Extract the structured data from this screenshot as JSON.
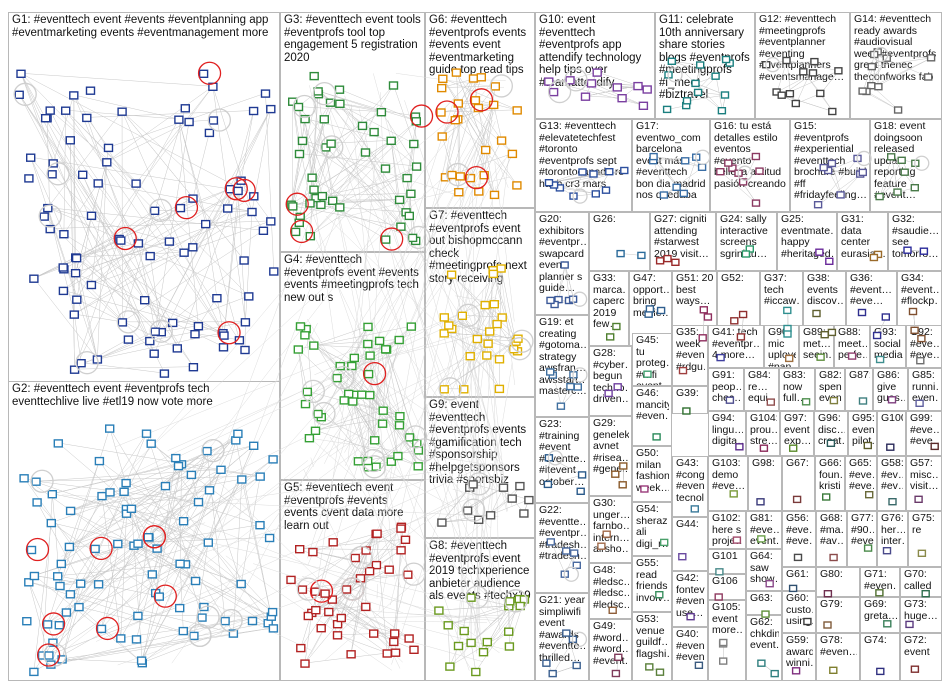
{
  "title": "",
  "groups": [
    {
      "id": "G1",
      "label": "G1: #eventtech event #events #eventplanning app #eventmarketing events #eventmanagement more",
      "color": "#1f3a93"
    },
    {
      "id": "G2",
      "label": "G2: #eventtech event #eventprofs tech eventtechlive live #etl19 now vote more",
      "color": "#2a7fb8"
    },
    {
      "id": "G3",
      "label": "G3: #eventtech event tools #eventprofs tool top engagement 5 registration 2020",
      "color": "#2e8b3a"
    },
    {
      "id": "G4",
      "label": "G4: #eventtech #eventprofs event #events events #meetingprofs tech new out s",
      "color": "#35a035"
    },
    {
      "id": "G5",
      "label": "G5: #eventtech event #eventprofs #events events cvent data more learn out",
      "color": "#b22222"
    },
    {
      "id": "G6",
      "label": "G6: #eventtech #eventprofs events #events event #eventmarketing guide top read tips",
      "color": "#e08a00"
    },
    {
      "id": "G7",
      "label": "G7: #eventtech #eventprofs event out bishopmccann check #meetingprofs next story receiving",
      "color": "#e0b000"
    },
    {
      "id": "G8",
      "label": "G8: #eventtech #eventprofs event 2019 techxperience anbieter audience als events #techx19",
      "color": "#6a9a1f"
    },
    {
      "id": "G9",
      "label": "G9: event #eventtech #eventprofs events #gamification tech #sponsorship #helpgetsponsors trivia #sportsbiz",
      "color": "#555555"
    },
    {
      "id": "G10",
      "label": "G10: event #eventtech #eventprofs app attendify technology help tips over #teamattendify",
      "color": "#7a3fa0"
    },
    {
      "id": "G11",
      "label": "G11: celebrate 10th anniversary share stories blogs #eventprofs #meetingprofs #i_meet #biztravel",
      "color": "#1a7f7f"
    },
    {
      "id": "G12",
      "label": "G12: #eventtech #meetingprofs #eventplanner #eventing #eventplanners #eventsmanage…",
      "color": "#444444"
    },
    {
      "id": "G14",
      "label": "G14: #eventtech ready awards #audiovisual week #eventprofs great thenec theconfworks fab",
      "color": "#666666"
    },
    {
      "id": "G13",
      "label": "G13: #eventtech #elevatetechfest #toronto #eventprofs sept #torontocanada re hubb cr3 mars",
      "color": "#2c4f9e"
    },
    {
      "id": "G17",
      "label": "G17: eventwo_com barcelona event más #eventtech bon dia madrid nos quedaba",
      "color": "#3a6ea5"
    },
    {
      "id": "G16",
      "label": "G16: tu está detalles estilo eventos #evento belleza actitud pasión creando",
      "color": "#8b3a62"
    },
    {
      "id": "G15",
      "label": "G15: #eventprofs #experiential #eventtech brochure #build #ff #fridayfeeling…",
      "color": "#5a5a9a"
    },
    {
      "id": "G18",
      "label": "G18: event doingsoon released update reporting feature #event…",
      "color": "#4a7a4a"
    },
    {
      "id": "G20",
      "label": "G20: exhibitors #eventpr… swapcard event planner s guide…",
      "color": "#3b5998"
    },
    {
      "id": "G26",
      "label": "G26:",
      "color": "#2a6a9a"
    },
    {
      "id": "G27",
      "label": "G27: cigniti attending #starwest 2019 visit…",
      "color": "#9a2a2a"
    },
    {
      "id": "G24",
      "label": "G24: sally interactive screens sgriniau…",
      "color": "#2a9a6a"
    },
    {
      "id": "G25",
      "label": "G25: eventmate… happy #heritaged…",
      "color": "#6a2a9a"
    },
    {
      "id": "G31",
      "label": "G31: data center eurasia…",
      "color": "#9a6a2a"
    },
    {
      "id": "G32",
      "label": "G32: #saudie… see tomorro…",
      "color": "#2a2a9a"
    },
    {
      "id": "G33",
      "label": "G33: marca… caperc… 2019 few…",
      "color": "#4f7f2f"
    },
    {
      "id": "G47",
      "label": "G47: opport… bring medie…",
      "color": "#2f5f8f"
    },
    {
      "id": "G51",
      "label": "G51: 20 best ways…",
      "color": "#8f2f5f"
    },
    {
      "id": "G52",
      "label": "G52:",
      "color": "#8f2f2f"
    },
    {
      "id": "G37",
      "label": "G37: tech #iccaw…",
      "color": "#2f8f8f"
    },
    {
      "id": "G38",
      "label": "G38: events discov…",
      "color": "#5f5f2f"
    },
    {
      "id": "G36",
      "label": "G36: #event… #eve…",
      "color": "#2f2f8f"
    },
    {
      "id": "G34",
      "label": "G34: #event… #flockp…",
      "color": "#7f4f2f"
    },
    {
      "id": "G19",
      "label": "G19: et creating #gotoma… strategy awsfran… awsstart… masterc…",
      "color": "#3f6f9f"
    },
    {
      "id": "G28",
      "label": "G28: #cyber… begun techno… driven…",
      "color": "#6f3f9f"
    },
    {
      "id": "G45",
      "label": "G45: tu proteg… #wifi event…",
      "color": "#3f9f6f"
    },
    {
      "id": "G35",
      "label": "G35: week #even… #rdgu…",
      "color": "#9f3f3f"
    },
    {
      "id": "G41",
      "label": "G41: tech #eventpr… 4 more…",
      "color": "#3f3f9f"
    },
    {
      "id": "G90",
      "label": "G90: mic uplove #pan…",
      "color": "#9f6f3f"
    },
    {
      "id": "G89",
      "label": "G89: met… seein…",
      "color": "#5f8f3f"
    },
    {
      "id": "G88",
      "label": "G88: meet… perfe…",
      "color": "#8f3f6f"
    },
    {
      "id": "G93",
      "label": "G93: social media",
      "color": "#3f8f8f"
    },
    {
      "id": "G92",
      "label": "G92: #eve… #eve…",
      "color": "#6f6f6f"
    },
    {
      "id": "G39",
      "label": "G39:",
      "color": "#2f6f2f"
    },
    {
      "id": "G91",
      "label": "G91: peop… chec…",
      "color": "#4f4f8f"
    },
    {
      "id": "G84",
      "label": "G84: re… equi…",
      "color": "#8f4f4f"
    },
    {
      "id": "G83",
      "label": "G83: now full…",
      "color": "#4f8f4f"
    },
    {
      "id": "G82",
      "label": "G82: spen… even…",
      "color": "#7f7f3f"
    },
    {
      "id": "G87",
      "label": "G87:",
      "color": "#3f7f7f"
    },
    {
      "id": "G86",
      "label": "G86: give gues…",
      "color": "#7f3f7f"
    },
    {
      "id": "G85",
      "label": "G85: runni… even…",
      "color": "#5f5f9f"
    },
    {
      "id": "G23",
      "label": "G23: #training #event #eventte… #itevent october…",
      "color": "#2a5a8a"
    },
    {
      "id": "G29",
      "label": "G29: genelek avnet #risea… #genel…",
      "color": "#8a5a2a"
    },
    {
      "id": "G46",
      "label": "G46: mancity #even…",
      "color": "#2a8a5a"
    },
    {
      "id": "G94",
      "label": "G94: lingu… digita…",
      "color": "#5a2a8a"
    },
    {
      "id": "G104",
      "label": "G104: prou… stre…",
      "color": "#8a2a5a"
    },
    {
      "id": "G97",
      "label": "G97: event exp…",
      "color": "#5a8a2a"
    },
    {
      "id": "G96",
      "label": "G96: disc… creat…",
      "color": "#2a5a5a"
    },
    {
      "id": "G95",
      "label": "G95: event pilot…",
      "color": "#5a5a2a"
    },
    {
      "id": "G100",
      "label": "G100",
      "color": "#2a2a5a"
    },
    {
      "id": "G99",
      "label": "G99: #eve… #eve…",
      "color": "#5a2a2a"
    },
    {
      "id": "G43",
      "label": "G43: #cong… #even… tecnol…",
      "color": "#3a7a9a"
    },
    {
      "id": "G50",
      "label": "G50: milan fashion week…",
      "color": "#9a3a7a"
    },
    {
      "id": "G103",
      "label": "G103: demo #eve…",
      "color": "#7a9a3a"
    },
    {
      "id": "G98",
      "label": "G98:",
      "color": "#3a3a7a"
    },
    {
      "id": "G67",
      "label": "G67:",
      "color": "#7a3a3a"
    },
    {
      "id": "G66",
      "label": "G66: foun… kristi…",
      "color": "#3a7a3a"
    },
    {
      "id": "G65",
      "label": "G65: #eve… #eve…",
      "color": "#6a6a3a"
    },
    {
      "id": "G58",
      "label": "G58: #ev… #ev…",
      "color": "#3a6a6a"
    },
    {
      "id": "G57",
      "label": "G57: misc… visit…",
      "color": "#6a3a6a"
    },
    {
      "id": "G22",
      "label": "G22: #eventte… #eventpr… #tradesh… #tradesh…",
      "color": "#4a6aa0"
    },
    {
      "id": "G30",
      "label": "G30: unger… farnbo… intern… airsho…",
      "color": "#a06a4a"
    },
    {
      "id": "G54",
      "label": "G54: sheraz ali digi_r…",
      "color": "#4aa06a"
    },
    {
      "id": "G44",
      "label": "G44:",
      "color": "#6a4aa0"
    },
    {
      "id": "G102",
      "label": "G102: here s proje…",
      "color": "#a04a6a"
    },
    {
      "id": "G81",
      "label": "G81: #eve… event…",
      "color": "#6aa04a"
    },
    {
      "id": "G56",
      "label": "G56: #eve… #eve…",
      "color": "#4a4a4a"
    },
    {
      "id": "G68",
      "label": "G68: #ma… #av…",
      "color": "#8a4a4a"
    },
    {
      "id": "G77",
      "label": "G77: #90… #eve…",
      "color": "#4a8a4a"
    },
    {
      "id": "G76",
      "label": "G76: her… inter…",
      "color": "#4a4a8a"
    },
    {
      "id": "G75",
      "label": "G75: re",
      "color": "#8a8a4a"
    },
    {
      "id": "G101",
      "label": "G101",
      "color": "#4a8a8a"
    },
    {
      "id": "G64",
      "label": "G64: saw show…",
      "color": "#8a4a8a"
    },
    {
      "id": "G61",
      "label": "G61:",
      "color": "#2f4f6f"
    },
    {
      "id": "G80",
      "label": "G80:",
      "color": "#6f2f4f"
    },
    {
      "id": "G71",
      "label": "G71: #even…",
      "color": "#4f6f2f"
    },
    {
      "id": "G70",
      "label": "G70: called",
      "color": "#2f6f4f"
    },
    {
      "id": "G21",
      "label": "G21: year simpliwifi event #awards #eventte… thrilled…",
      "color": "#3a5f8f"
    },
    {
      "id": "G48",
      "label": "G48: #ledsc… #ledsc… #ledsc…",
      "color": "#8f5f3a"
    },
    {
      "id": "G55",
      "label": "G55: read friends involv…",
      "color": "#3a8f5f"
    },
    {
      "id": "G42",
      "label": "G42: fontev… #even… use…",
      "color": "#5f3a8f"
    },
    {
      "id": "G106",
      "label": "G106",
      "color": "#8f3a5f"
    },
    {
      "id": "G63",
      "label": "G63:",
      "color": "#5f8f3a"
    },
    {
      "id": "G60",
      "label": "G60: custo… using…",
      "color": "#3a3a3a"
    },
    {
      "id": "G79",
      "label": "G79:",
      "color": "#7f5a3a"
    },
    {
      "id": "G69",
      "label": "G69: greta…",
      "color": "#3a7f5a"
    },
    {
      "id": "G73",
      "label": "G73: huge…",
      "color": "#5a3a7f"
    },
    {
      "id": "G49",
      "label": "G49: #word… #word… #event…",
      "color": "#7f3a5a"
    },
    {
      "id": "G53",
      "label": "G53: venue guildf… flagshi…",
      "color": "#5a7f3a"
    },
    {
      "id": "G40",
      "label": "G40: #even… #even…",
      "color": "#3a5a7f"
    },
    {
      "id": "G105",
      "label": "G105: event more…",
      "color": "#7f7f7f"
    },
    {
      "id": "G62",
      "label": "G62: chkdin event…",
      "color": "#2f7f7f"
    },
    {
      "id": "G59",
      "label": "G59: award winni…",
      "color": "#7f2f7f"
    },
    {
      "id": "G78",
      "label": "G78: #even…",
      "color": "#7f7f2f"
    },
    {
      "id": "G74",
      "label": "G74:",
      "color": "#2f2f7f"
    },
    {
      "id": "G72",
      "label": "G72: event",
      "color": "#7f2f2f"
    }
  ]
}
